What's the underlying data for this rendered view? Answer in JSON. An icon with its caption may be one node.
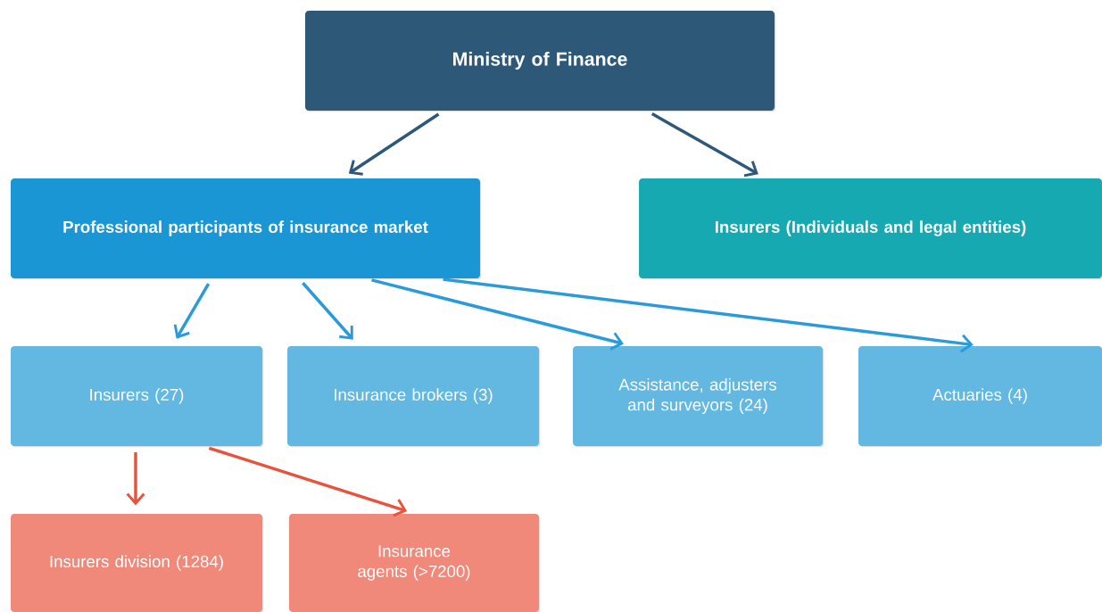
{
  "diagram": {
    "nodes": [
      {
        "text": [
          "Ministry of Finance"
        ]
      },
      {
        "text": [
          "Professional participants of insurance market"
        ]
      },
      {
        "text": [
          "Insurers (Individuals and legal entities)"
        ]
      },
      {
        "text": [
          "Insurers (27)"
        ]
      },
      {
        "text": [
          "Insurance brokers (3)"
        ]
      },
      {
        "text": [
          "Assistance, adjusters and surveyors (24)"
        ]
      },
      {
        "text": [
          "Actuaries (4)"
        ]
      },
      {
        "text": [
          "Insurers division (1284)"
        ]
      },
      {
        "text": [
          "Insurance agents (>7200)"
        ]
      }
    ],
    "edges": [
      {
        "from": 0,
        "to": 1,
        "arrow": "to",
        "color": "#2e5878"
      },
      {
        "from": 0,
        "to": 2,
        "arrow": "to",
        "color": "#2e5878"
      },
      {
        "from": 1,
        "to": 3,
        "arrow": "to"
      },
      {
        "from": 1,
        "to": 4,
        "arrow": "to"
      },
      {
        "from": 1,
        "to": 5,
        "arrow": "to"
      },
      {
        "from": 1,
        "to": 6,
        "arrow": "to"
      },
      {
        "from": 3,
        "to": 7,
        "arrow": "to",
        "color": "#e8533c"
      },
      {
        "from": 3,
        "to": 8,
        "arrow": "to",
        "color": "#e8533c"
      }
    ]
  }
}
